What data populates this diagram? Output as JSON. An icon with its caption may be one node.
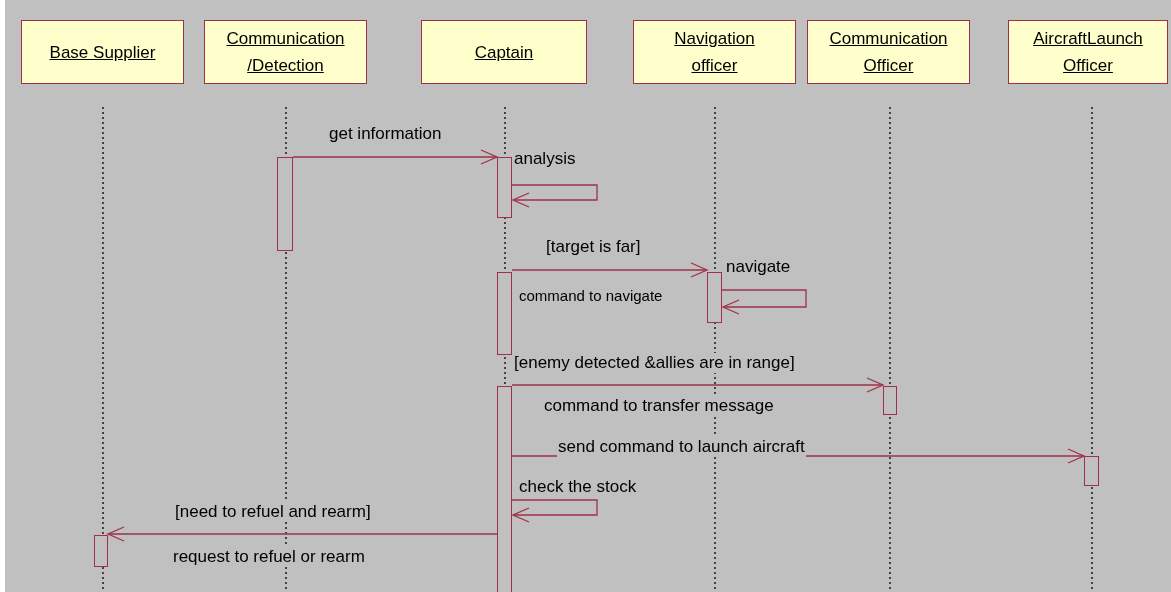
{
  "diagram": {
    "nodes": [
      {
        "text": [
          "Base Supplier"
        ]
      },
      {
        "text": [
          "Communication /Detection"
        ]
      },
      {
        "text": [
          "Captain"
        ]
      },
      {
        "text": [
          "Navigation officer"
        ]
      },
      {
        "text": [
          "Communication Officer"
        ]
      },
      {
        "text": [
          "AircraftLaunch Officer"
        ]
      },
      {
        "text": [],
        "shape": "bar"
      },
      {
        "text": [],
        "shape": "bar"
      },
      {
        "text": [],
        "shape": "bar"
      },
      {
        "text": [],
        "shape": "bar"
      },
      {
        "text": [],
        "shape": "bar"
      },
      {
        "text": [],
        "shape": "bar"
      },
      {
        "text": [],
        "shape": "bar"
      },
      {
        "text": [],
        "shape": "bar"
      }
    ],
    "edges": [
      {
        "from": 6,
        "to": 7,
        "arrow": "to",
        "label": "get information"
      },
      {
        "from": 7,
        "to": 7,
        "arrow": "to",
        "label": "analysis"
      },
      {
        "from": 8,
        "to": 9,
        "arrow": "to",
        "label": "[target is far]"
      },
      {
        "from": 9,
        "to": 9,
        "arrow": "to",
        "label": "navigate"
      },
      {
        "from": 10,
        "to": 11,
        "arrow": "to",
        "label": "[enemy detected &allies are in range]"
      },
      {
        "from": 10,
        "to": 12,
        "arrow": "to",
        "label": "send command to launch aircraft"
      },
      {
        "from": 10,
        "to": 10,
        "arrow": "to",
        "label": "check the stock"
      },
      {
        "from": 10,
        "to": 13,
        "arrow": "to",
        "label": "[need to refuel and rearm]"
      }
    ],
    "labels": [
      "command to navigate",
      "command to transfer message",
      "request to refuel or rearm"
    ]
  }
}
